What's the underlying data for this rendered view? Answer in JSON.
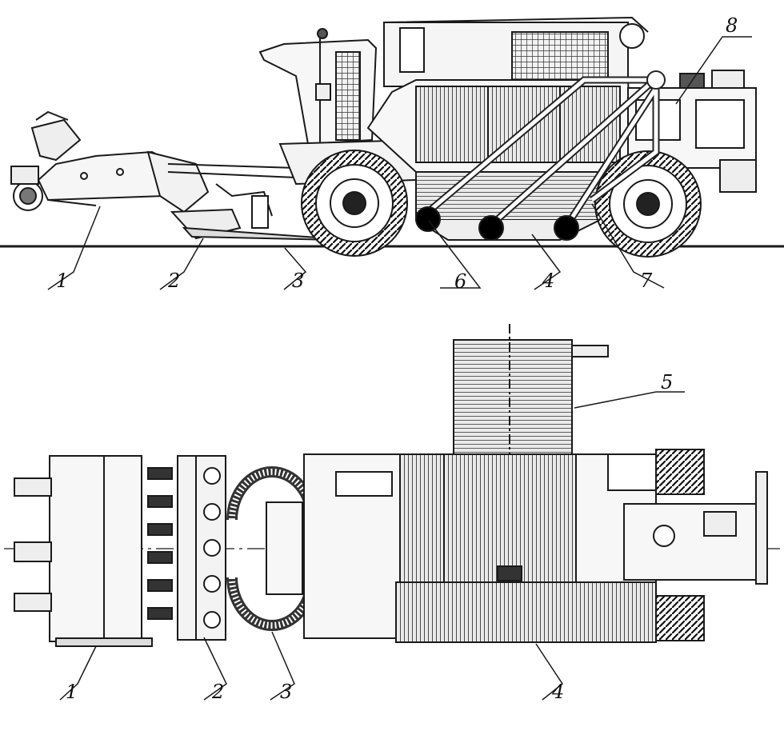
{
  "figure": {
    "side_view_labels": {
      "l1": "1",
      "l2": "2",
      "l3": "3",
      "l6": "6",
      "l4": "4",
      "l7": "7",
      "l8": "8"
    },
    "top_view_labels": {
      "l1": "1",
      "l2": "2",
      "l3": "3",
      "l4": "4",
      "l5": "5"
    },
    "colors": {
      "line": "#1a1a1a",
      "fill_light": "#f4f4f4",
      "fill_mid": "#dcdcdc",
      "fill_dark": "#555555",
      "dot": "#000000"
    }
  }
}
